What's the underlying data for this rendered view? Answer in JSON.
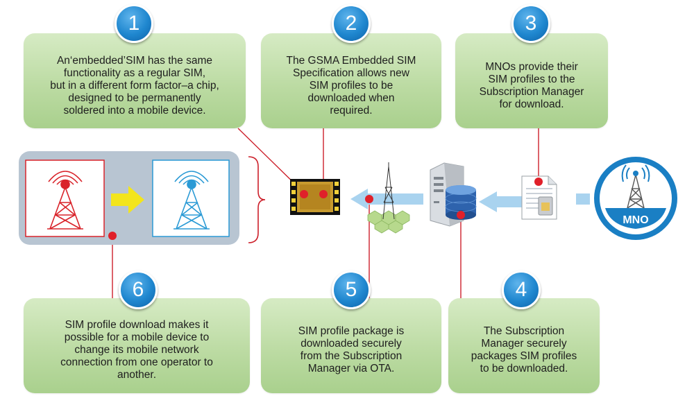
{
  "steps": [
    {
      "number": "1",
      "text": "An‘embedded’SIM has the same\nfunctionality as a regular SIM,\nbut in a different form factor–a chip,\ndesigned to be permanently\nsoldered into a mobile device."
    },
    {
      "number": "2",
      "text": "The GSMA Embedded SIM\nSpecification allows new\nSIM profiles to be\ndownloaded when\nrequired."
    },
    {
      "number": "3",
      "text": "MNOs provide their\nSIM profiles to the\nSubscription Manager\nfor download."
    },
    {
      "number": "4",
      "text": "The Subscription\nManager securely\npackages SIM profiles\nto be downloaded."
    },
    {
      "number": "5",
      "text": "SIM profile package is\ndownloaded securely\nfrom the Subscription\nManager via OTA."
    },
    {
      "number": "6",
      "text": "SIM profile download makes it\npossible for a mobile device to\nchange its mobile network\nconnection from one operator to\nanother."
    }
  ],
  "mno_label": "MNO",
  "colors": {
    "box_green": "#bcdba3",
    "badge_blue": "#1f87cf",
    "connector_red": "#cc1f2a",
    "arrow_blue": "#a9d3ef",
    "arrow_yellow": "#f3e51c",
    "tower_red": "#d9232a",
    "tower_blue": "#2a9ad5",
    "panel_gray": "#b8c5d2"
  },
  "icons": [
    "cell-tower-red-icon",
    "cell-tower-blue-icon",
    "sim-chip-icon",
    "ota-tower-icon",
    "server-database-icon",
    "sim-document-icon",
    "mno-tower-icon"
  ]
}
